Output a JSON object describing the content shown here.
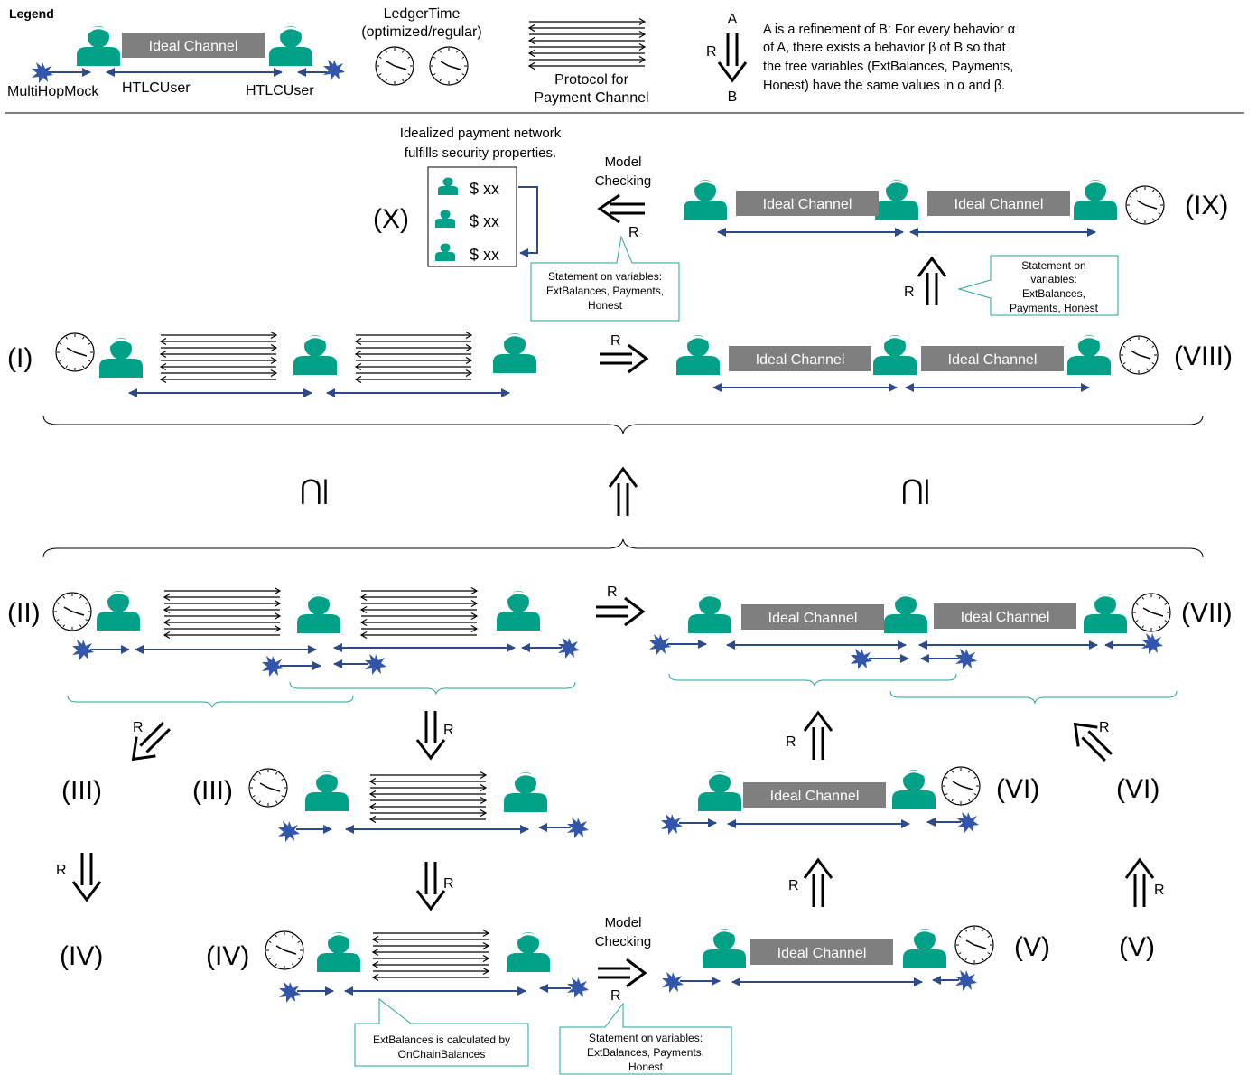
{
  "legend": {
    "title": "Legend",
    "ideal_channel": "Ideal Channel",
    "multihopmock": "MultiHopMock",
    "htlcuser_left": "HTLCUser",
    "htlcuser_right": "HTLCUser",
    "ledger_time_1": "LedgerTime",
    "ledger_time_2": "(optimized/regular)",
    "protocol_1": "Protocol for",
    "protocol_2": "Payment Channel",
    "refine_a": "A",
    "refine_r": "R",
    "refine_b": "B",
    "refine_desc": [
      "A is a refinement of B: For every behavior α",
      "of A, there exists a behavior β of B so that",
      "the free variables (ExtBalances, Payments,",
      "Honest) have the same values in α and β."
    ]
  },
  "channel_label": "Ideal Channel",
  "r": "R",
  "subset": "⋂|",
  "money": "$ xx",
  "labels": {
    "I": "(I)",
    "II": "(II)",
    "III": "(III)",
    "IV": "(IV)",
    "V": "(V)",
    "VI": "(VI)",
    "VII": "(VII)",
    "VIII": "(VIII)",
    "IX": "(IX)",
    "X": "(X)"
  },
  "notes": {
    "idealized": [
      "Idealized payment network",
      "fulfills security properties."
    ],
    "model_checking": [
      "Model",
      "Checking"
    ],
    "statement_top": [
      "Statement on variables:",
      "ExtBalances, Payments,",
      "Honest"
    ],
    "statement_right": [
      "Statement on",
      "variables:",
      "ExtBalances,",
      "Payments, Honest"
    ],
    "extbalances": [
      "ExtBalances is calculated by",
      "OnChainBalances"
    ],
    "statement_bottom": [
      "Statement on variables:",
      "ExtBalances, Payments,",
      "Honest"
    ]
  },
  "colors": {
    "user": "#00a187",
    "channel": "#7f7f7f",
    "link": "#2f4a8a",
    "spike": "#3355aa",
    "callout": "#26a69a"
  }
}
